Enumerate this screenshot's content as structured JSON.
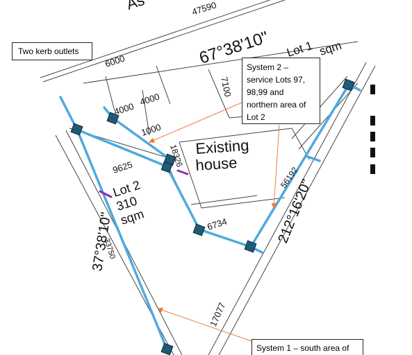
{
  "colors": {
    "pipe": "#4ea9e0",
    "pit": "#1f5b77",
    "boundary": "#444444",
    "arrow": "#ee7a3c",
    "marker": "#8b2fb0"
  },
  "plan_text": {
    "street_frag": "As",
    "street_dim": "47590",
    "bearing_top": "67°38'10\"",
    "lot1_label": "Lot 1",
    "lot1_area": "sqm",
    "dim_6000": "6000",
    "dim_7100": "7100",
    "dim_4000a": "4000",
    "dim_4000b": "4000",
    "dim_1000": "1000",
    "dim_18326": "18326",
    "dim_9625": "9625",
    "dim_6734": "6734",
    "dim_56192": "56192",
    "house_line1": "Existing",
    "house_line2": "house",
    "lot2_label": "Lot 2",
    "lot2_area_num": "310",
    "lot2_area_unit": "sqm",
    "bearing_left": "37°38'10\"",
    "dim_33750": "33750",
    "bearing_right": "212°16'20\"",
    "dim_17077": "17077"
  },
  "callouts": {
    "kerb": "Two kerb outlets",
    "system2": [
      "System 2 –",
      "service Lots 97,",
      "98,99 and",
      "northern area of",
      "Lot 2"
    ],
    "system1": "System 1 – south area of"
  }
}
